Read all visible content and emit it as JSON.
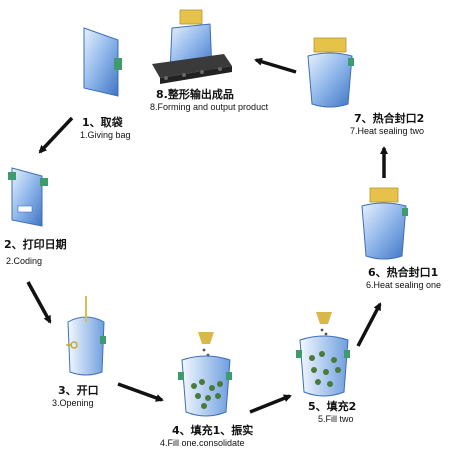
{
  "colors": {
    "bag_blue": "#5b8fd6",
    "bag_light": "#dbe9fb",
    "clip_green": "#3f9b6d",
    "seal_yellow": "#e6c24a",
    "arrow": "#111111"
  },
  "steps": [
    {
      "cn": "1、取袋",
      "en": "1.Giving bag"
    },
    {
      "cn": "2、打印日期",
      "en": "2.Coding"
    },
    {
      "cn": "3、开口",
      "en": "3.Opening"
    },
    {
      "cn": "4、填充1、振实",
      "en": "4.Fill one.consolidate"
    },
    {
      "cn": "5、填充2",
      "en": "5.Fill two"
    },
    {
      "cn": "6、热合封口1",
      "en": "6.Heat sealing one"
    },
    {
      "cn": "7、热合封口2",
      "en": "7.Heat sealing two"
    },
    {
      "cn": "8.整形输出成品",
      "en": "8.Forming and output product"
    }
  ]
}
